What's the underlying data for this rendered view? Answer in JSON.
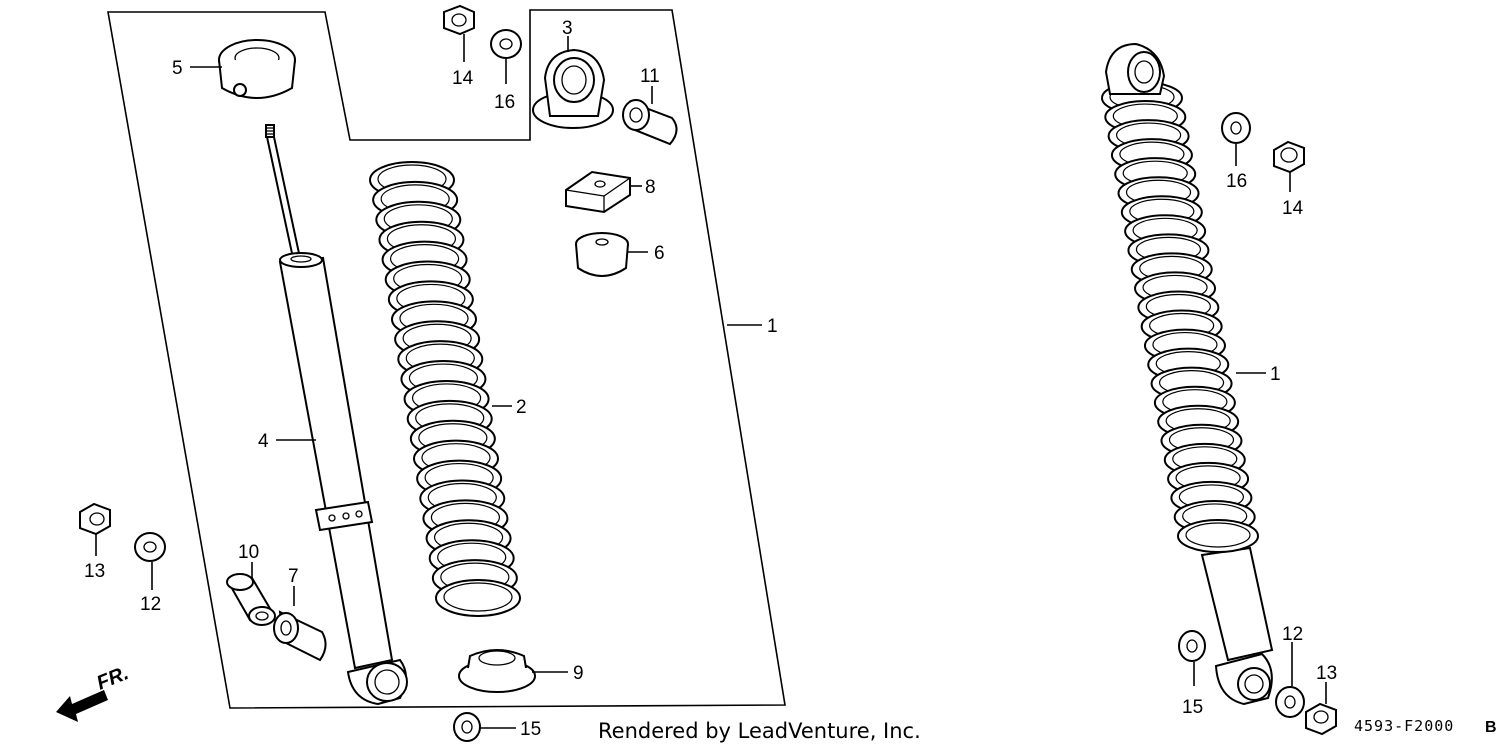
{
  "callouts_left": {
    "p1": "1",
    "p2": "2",
    "p3": "3",
    "p4": "4",
    "p5": "5",
    "p6": "6",
    "p7": "7",
    "p8": "8",
    "p9": "9",
    "p10": "10",
    "p11": "11",
    "p12": "12",
    "p13": "13",
    "p14": "14",
    "p15": "15",
    "p16": "16"
  },
  "callouts_right": {
    "p1": "1",
    "p12": "12",
    "p13": "13",
    "p14": "14",
    "p15": "15",
    "p16": "16"
  },
  "direction_label": "FR.",
  "watermark": "Rendered by LeadVenture, Inc.",
  "diagram_code": "4593-F2000",
  "diagram_code_suffix": "B"
}
